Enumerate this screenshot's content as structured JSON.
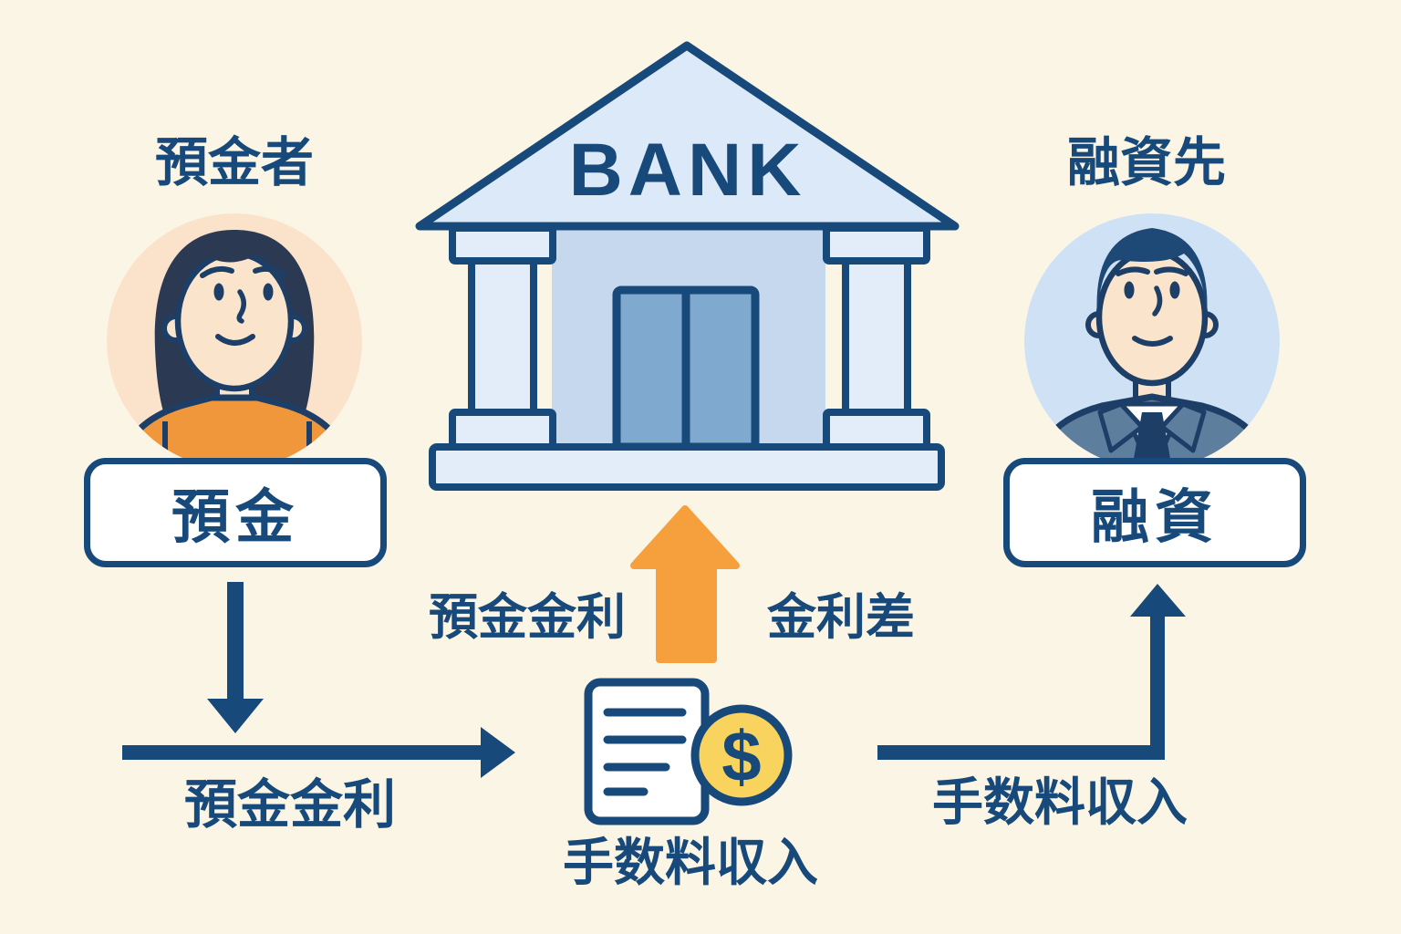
{
  "bank": {
    "sign": "BANK"
  },
  "depositor": {
    "label": "預金者",
    "box_label": "預金"
  },
  "borrower": {
    "label": "融資先",
    "box_label": "融資"
  },
  "flows": {
    "deposit_rate_bottom": "預金金利",
    "deposit_rate_center": "預金金利",
    "rate_spread": "金利差",
    "fee_income_center": "手数料収入",
    "fee_income_right": "手数料収入"
  },
  "fee_icon": {
    "currency_symbol": "$"
  },
  "palette": {
    "background": "#FBF5E6",
    "navy": "#17497A",
    "outline_navy": "#1D3E66",
    "orange_arrow": "#F5A03C",
    "orange_shirt": "#F0973B",
    "pediment_blue": "#DCE9F8",
    "wall_blue": "#C6D8EE",
    "door_blue": "#7FA9CF",
    "column_blue": "#E3EDF9",
    "coin_yellow": "#F8D45F",
    "peach_circle": "#FBE3CB",
    "blue_circle": "#CEE1F5",
    "skin": "#FAE4CC",
    "suit": "#5E7E9D",
    "hair_navy": "#2B3A52"
  }
}
